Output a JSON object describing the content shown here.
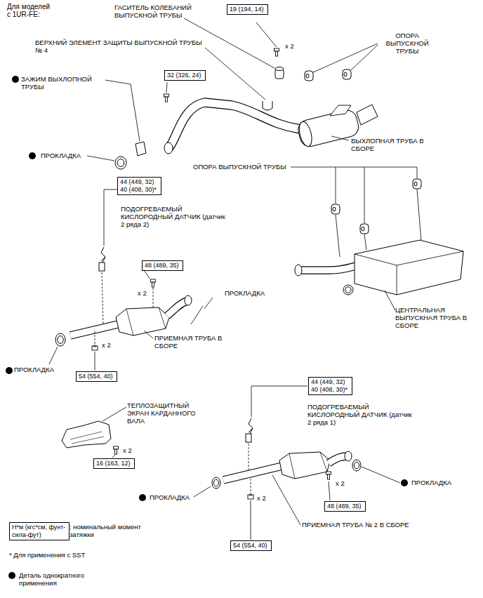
{
  "diagram": {
    "title": "Для моделей с 1UR-FE:",
    "nodes": [
      {
        "text": [
          "19 (194, 14)"
        ]
      },
      {
        "text": [
          "32 (326, 24)"
        ]
      },
      {
        "text": [
          "44 (449, 32)",
          "40 (408, 30)*"
        ]
      },
      {
        "text": [
          "48 (489, 35)"
        ]
      },
      {
        "text": [
          "54 (554, 40)"
        ]
      },
      {
        "text": [
          "44 (449, 32)",
          "40 (408, 30)*"
        ]
      },
      {
        "text": [
          "16 (163, 12)"
        ]
      },
      {
        "text": [
          "48 (489, 35)"
        ]
      },
      {
        "text": [
          "Н*м (кгс*см, фунт-сила-фут)"
        ]
      },
      {
        "text": [
          "54 (554, 40)"
        ]
      }
    ],
    "labels": [
      "ГАСИТЕЛЬ КОЛЕБАНИЙ ВЫПУСКНОЙ ТРУБЫ",
      "x 2",
      "ОПОРА ВЫПУСКНОЙ ТРУБЫ",
      "ВЕРХНИЙ ЭЛЕМЕНТ ЗАЩИТЫ ВЫПУСКНОЙ ТРУБЫ № 4",
      "ЗАЖИМ ВЫХЛОПНОЙ ТРУБЫ",
      "ПРОКЛАДКА",
      "ВЫХЛОПНАЯ ТРУБА В СБОРЕ",
      "ОПОРА ВЫПУСКНОЙ ТРУБЫ",
      "ПОДОГРЕВАЕМЫЙ КИСЛОРОДНЫЙ ДАТЧИК (датчик 2 ряда 2)",
      "x 2",
      "ПРОКЛАДКА",
      "ЦЕНТРАЛЬНАЯ ВЫПУСКНАЯ ТРУБА В СБОРЕ",
      "x 2",
      "ПРИЕМНАЯ ТРУБА В СБОРЕ",
      "ПРОКЛАДКА",
      "ТЕПЛОЗАЩИТНЫЙ ЭКРАН КАРДАННОГО ВАЛА",
      "ПОДОГРЕВАЕМЫЙ КИСЛОРОДНЫЙ ДАТЧИК (датчик 2 ряда 1)",
      "x 2",
      "ПРОКЛАДКА",
      "x 2",
      "ПРОКЛАДКА",
      "x 2",
      "ПРИЕМНАЯ ТРУБА № 2 В СБОРЕ",
      ": номинальный момент затяжки",
      "* Для применения с SST"
    ],
    "legend": [
      {
        "text": "Деталь однократного применения"
      }
    ]
  }
}
